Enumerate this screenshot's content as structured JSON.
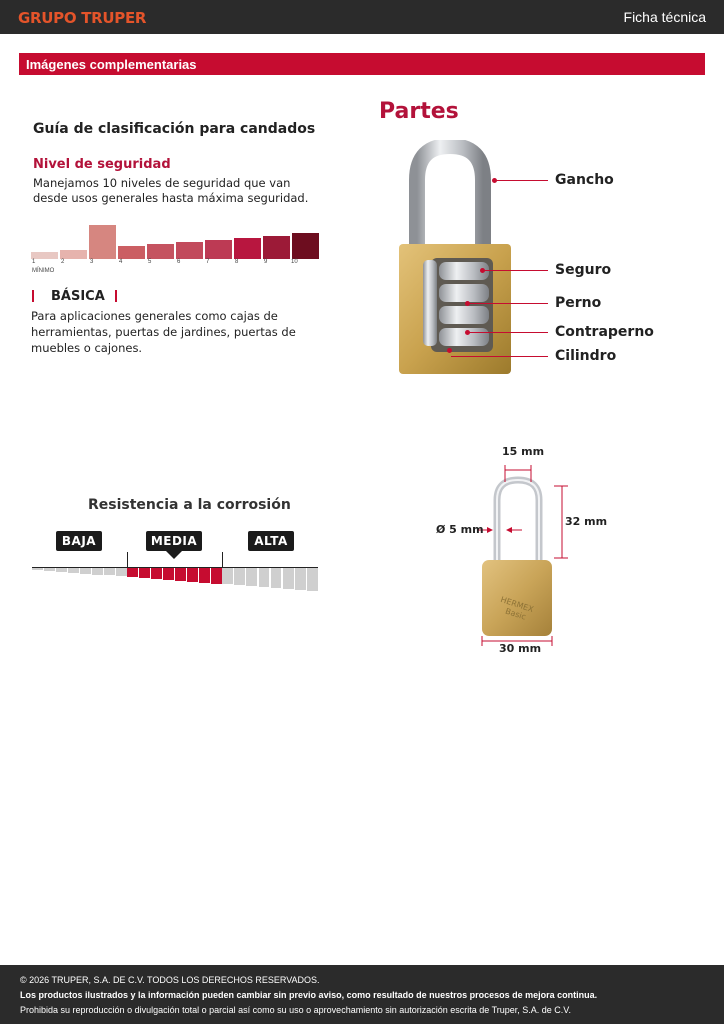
{
  "header": {
    "brand": "GRUPO TRUPER",
    "sheet_label": "Ficha técnica"
  },
  "section": {
    "title": "Imágenes complementarias"
  },
  "classification": {
    "title": "Guía de clasificación para candados",
    "security_title": "Nivel de seguridad",
    "security_desc": "Manejamos 10 niveles de seguridad que van desde usos generales hasta máxima seguridad.",
    "levels": [
      "1",
      "2",
      "3",
      "4",
      "5",
      "6",
      "7",
      "8",
      "9",
      "10"
    ],
    "selected_level": 3,
    "min_label": "MÍNIMO",
    "level_name": "BÁSICA",
    "level_desc": "Para aplicaciones generales como cajas de herramientas, puertas de jardines, puertas de muebles o cajones."
  },
  "corrosion": {
    "title": "Resistencia a la corrosión",
    "levels": [
      "BAJA",
      "MEDIA",
      "ALTA"
    ],
    "selected": "MEDIA"
  },
  "parts": {
    "title": "Partes",
    "labels": [
      "Gancho",
      "Seguro",
      "Perno",
      "Contraperno",
      "Cilindro"
    ]
  },
  "dimensions": {
    "shackle_width": "15 mm",
    "shackle_diameter": "Ø 5 mm",
    "shackle_height": "32 mm",
    "body_width": "30 mm",
    "engraving_brand": "HERMEX",
    "engraving_line": "Basic"
  },
  "footer": {
    "copyright": "© 2026 TRUPER, S.A. DE C.V. TODOS LOS DERECHOS RESERVADOS.",
    "notice": "Los productos ilustrados y la información pueden cambiar sin previo aviso, como resultado de nuestros procesos de mejora continua.",
    "rights": "Prohibida su reproducción o divulgación total o parcial así como su uso o aprovechamiento sin autorización escrita de Truper, S.A. de C.V."
  },
  "colors": {
    "accent": "#c60c30",
    "dark": "#2b2b2b",
    "brand": "#e4542a",
    "gold": "#c9a24e",
    "steel": "#b9bcc1",
    "levels": [
      "#e8c8c3",
      "#e6b3ad",
      "#d68680",
      "#cb5e63",
      "#c55360",
      "#c24a5c",
      "#bd3a54",
      "#b8163f",
      "#9c1a37",
      "#6d0d1f"
    ]
  }
}
